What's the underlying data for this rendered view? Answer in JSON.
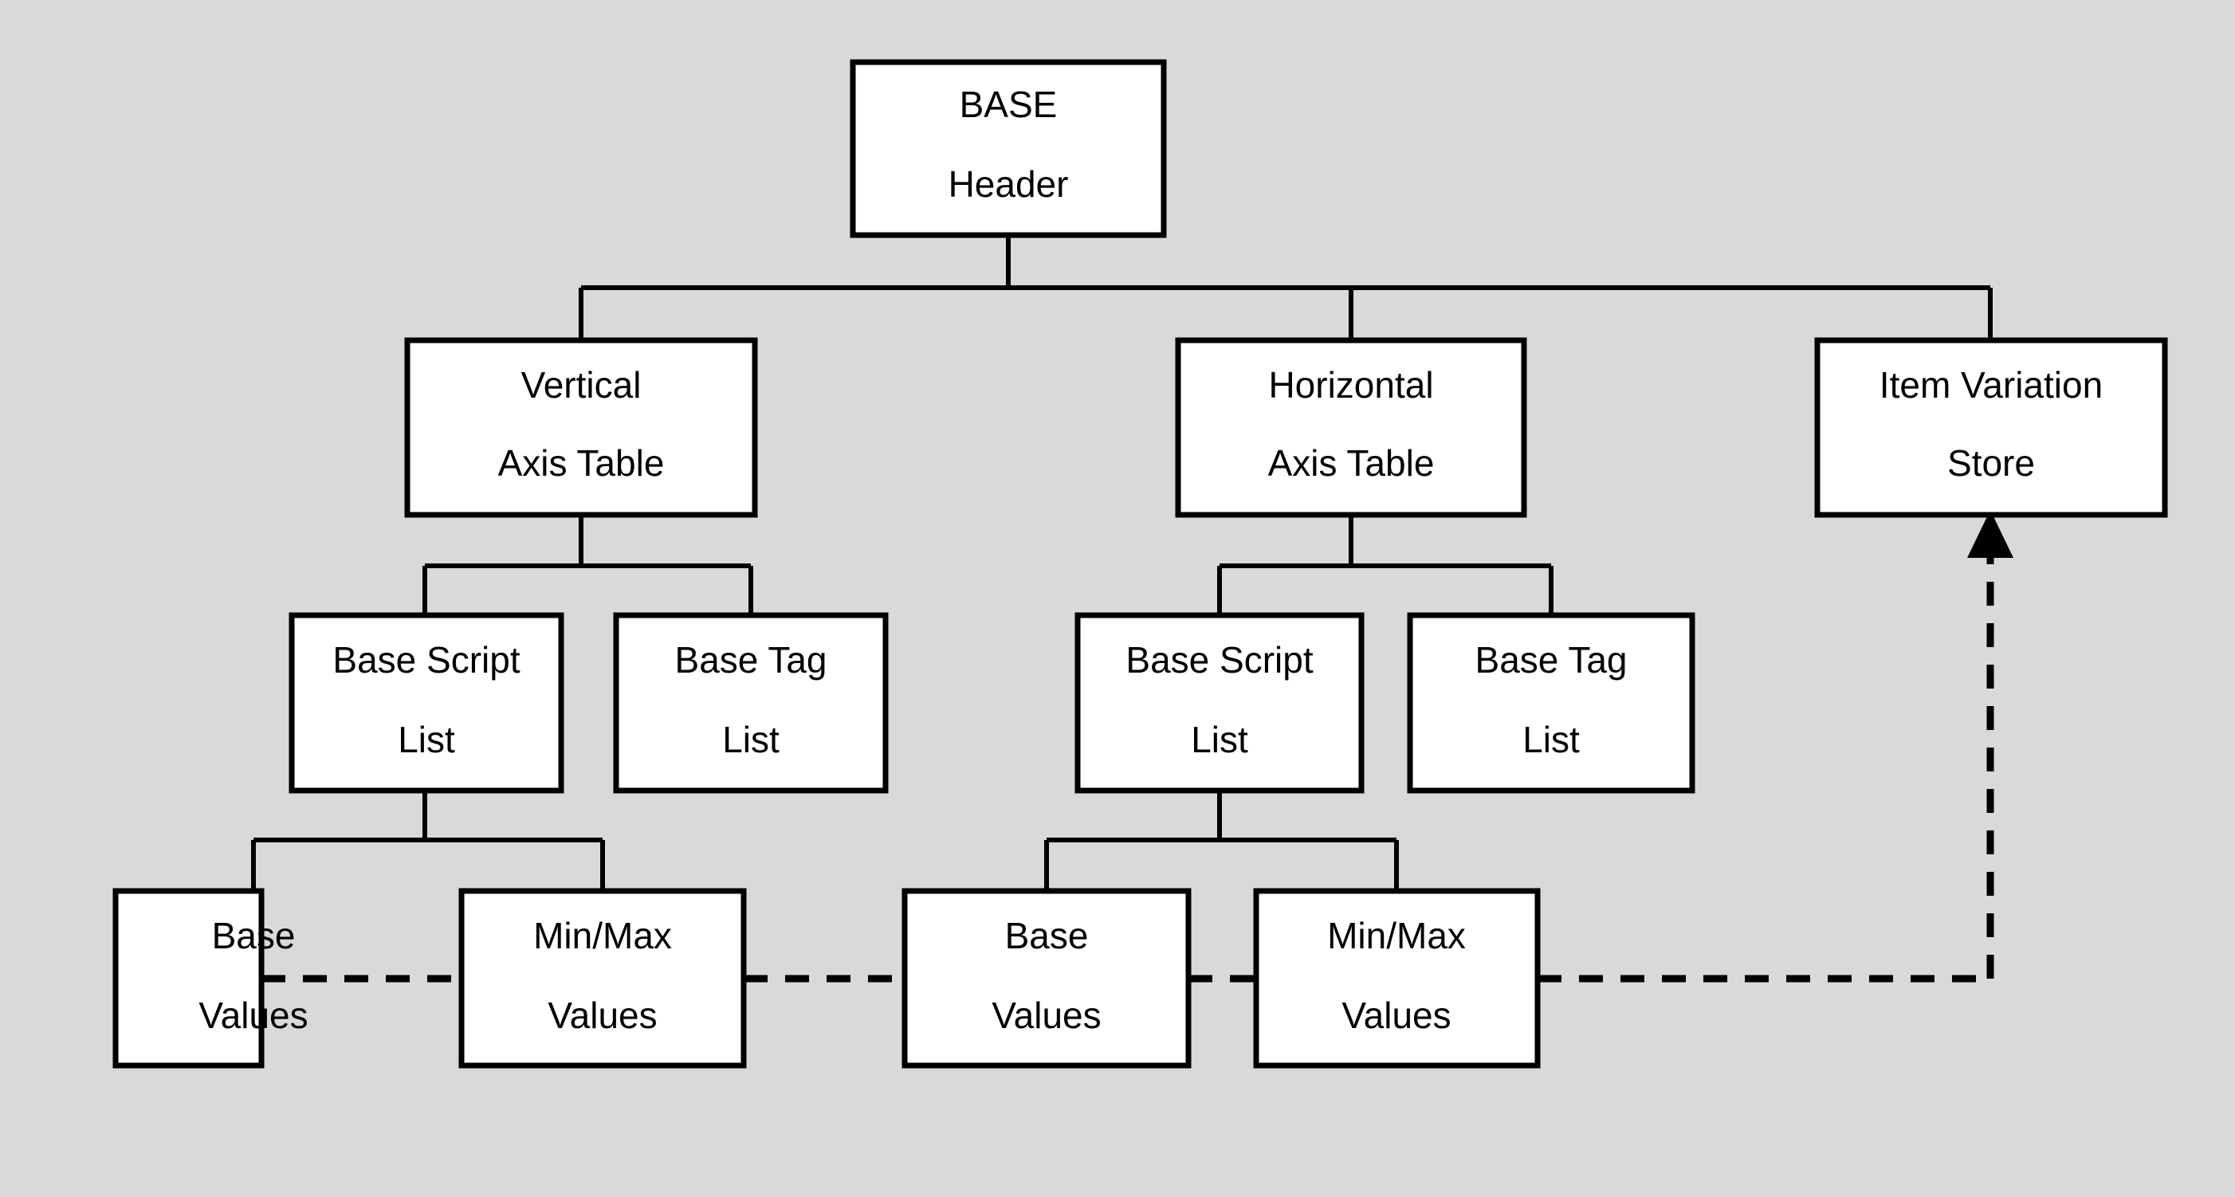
{
  "diagram": {
    "title": "BASE Table Structure",
    "background_color": "#d9d9d9",
    "box_fill": "#ffffff",
    "box_stroke": "#000000",
    "nodes": [
      {
        "id": "base-header",
        "line1": "BASE",
        "line2": "Header"
      },
      {
        "id": "vertical-axis-table",
        "line1": "Vertical",
        "line2": "Axis Table"
      },
      {
        "id": "horizontal-axis-table",
        "line1": "Horizontal",
        "line2": "Axis Table"
      },
      {
        "id": "item-variation-store",
        "line1": "Item Variation",
        "line2": "Store"
      },
      {
        "id": "v-base-script-list",
        "line1": "Base Script",
        "line2": "List"
      },
      {
        "id": "v-base-tag-list",
        "line1": "Base Tag",
        "line2": "List"
      },
      {
        "id": "h-base-script-list",
        "line1": "Base Script",
        "line2": "List"
      },
      {
        "id": "h-base-tag-list",
        "line1": "Base Tag",
        "line2": "List"
      },
      {
        "id": "v-base-values",
        "line1": "Base",
        "line2": "Values"
      },
      {
        "id": "v-min-max-values",
        "line1": "Min/Max",
        "line2": "Values"
      },
      {
        "id": "h-base-values",
        "line1": "Base",
        "line2": "Values"
      },
      {
        "id": "h-min-max-values",
        "line1": "Min/Max",
        "line2": "Values"
      }
    ],
    "edges": [
      {
        "id": "header-to-axis-tables",
        "style": "solid",
        "from": "base-header",
        "to": "vertical-axis-table, horizontal-axis-table, item-variation-store"
      },
      {
        "id": "vaxis-to-lists",
        "style": "solid",
        "from": "vertical-axis-table",
        "to": "v-base-script-list, v-base-tag-list"
      },
      {
        "id": "haxis-to-lists",
        "style": "solid",
        "from": "horizontal-axis-table",
        "to": "h-base-script-list, h-base-tag-list"
      },
      {
        "id": "v-script-to-values",
        "style": "solid",
        "from": "v-base-script-list",
        "to": "v-base-values, v-min-max-values"
      },
      {
        "id": "h-script-to-values",
        "style": "solid",
        "from": "h-base-script-list",
        "to": "h-base-values, h-min-max-values"
      },
      {
        "id": "values-to-item-variation-store",
        "style": "dashed",
        "from": "v-base-values, v-min-max-values, h-base-values, h-min-max-values",
        "to": "item-variation-store",
        "arrow": "up"
      }
    ]
  }
}
